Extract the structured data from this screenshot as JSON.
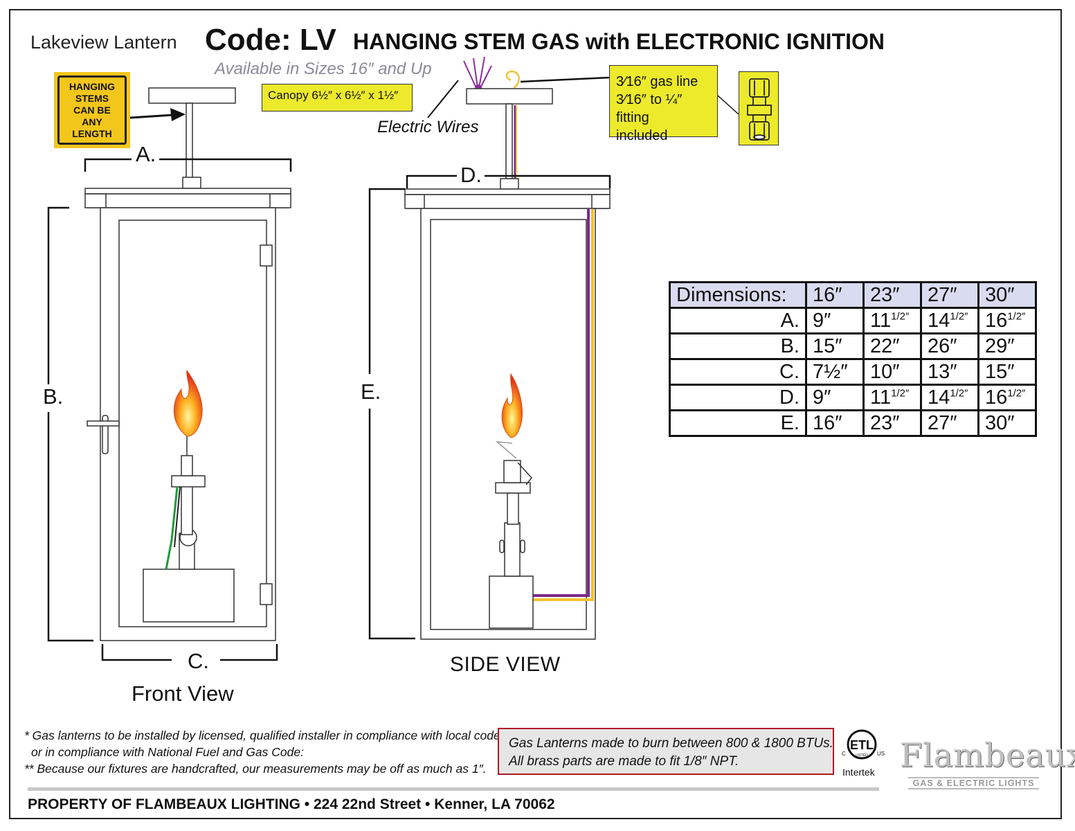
{
  "header": {
    "product_name": "Lakeview Lantern",
    "code": "Code: LV",
    "headline": "HANGING STEM GAS with ELECTRONIC IGNITION",
    "availability": "Available in Sizes 16″ and Up"
  },
  "sign": {
    "text": "HANGING\nSTEMS\nCAN BE\nANY\nLENGTH"
  },
  "callouts": {
    "canopy": "Canopy 6½″ x 6½″ x 1½″",
    "gas_line": [
      "3⁄16″ gas line",
      "3⁄16″ to ¼″ fitting",
      "included"
    ],
    "electric_wires": "Electric Wires",
    "fitting_icon": "compression-fitting-icon"
  },
  "dimension_labels": {
    "a": "A.",
    "b": "B.",
    "c": "C.",
    "d": "D.",
    "e": "E."
  },
  "views": {
    "front": "Front View",
    "side": "SIDE VIEW"
  },
  "dimensions_table": {
    "header": [
      "Dimensions:",
      "16″",
      "23″",
      "27″",
      "30″"
    ],
    "rows": [
      {
        "label": "A.",
        "values": [
          {
            "main": "9″",
            "sup": ""
          },
          {
            "main": "11",
            "sup": "1/2″"
          },
          {
            "main": "14",
            "sup": "1/2″"
          },
          {
            "main": "16",
            "sup": "1/2″"
          }
        ]
      },
      {
        "label": "B.",
        "values": [
          {
            "main": "15″",
            "sup": ""
          },
          {
            "main": "22″",
            "sup": ""
          },
          {
            "main": "26″",
            "sup": ""
          },
          {
            "main": "29″",
            "sup": ""
          }
        ]
      },
      {
        "label": "C.",
        "values": [
          {
            "main": "7½″",
            "sup": ""
          },
          {
            "main": "10″",
            "sup": ""
          },
          {
            "main": "13″",
            "sup": ""
          },
          {
            "main": "15″",
            "sup": ""
          }
        ]
      },
      {
        "label": "D.",
        "values": [
          {
            "main": "9″",
            "sup": ""
          },
          {
            "main": "11",
            "sup": "1/2″"
          },
          {
            "main": "14",
            "sup": "1/2″"
          },
          {
            "main": "16",
            "sup": "1/2″"
          }
        ]
      },
      {
        "label": "E.",
        "values": [
          {
            "main": "16″",
            "sup": ""
          },
          {
            "main": "23″",
            "sup": ""
          },
          {
            "main": "27″",
            "sup": ""
          },
          {
            "main": "30″",
            "sup": ""
          }
        ]
      }
    ]
  },
  "notes": [
    "* Gas lanterns to be installed by licensed, qualified installer in compliance with local codes,",
    "  or in compliance with National Fuel and Gas Code:",
    "** Because our fixtures are handcrafted, our measurements may be off as much as 1″."
  ],
  "btu_notice": [
    "Gas Lanterns made to burn between 800 & 1800 BTUs.",
    "All brass parts are made to fit 1/8″ NPT."
  ],
  "certification": {
    "mark": "ETL",
    "c": "C",
    "us": "US",
    "listed": "LISTED",
    "lab": "Intertek"
  },
  "brand": {
    "name": "Flambeaux",
    "tagline": "GAS & ELECTRIC LIGHTS"
  },
  "footer": "PROPERTY OF FLAMBEAUX LIGHTING • 224 22nd Street • Kenner, LA 70062",
  "colors": {
    "callout_yellow": "#ecea2b",
    "sign_yellow": "#f3c61c",
    "wire_purple": "#7a2a8c",
    "gas_yellow": "#f1c232",
    "table_header": "#d9dcf0",
    "notice_border": "#b0192a"
  }
}
